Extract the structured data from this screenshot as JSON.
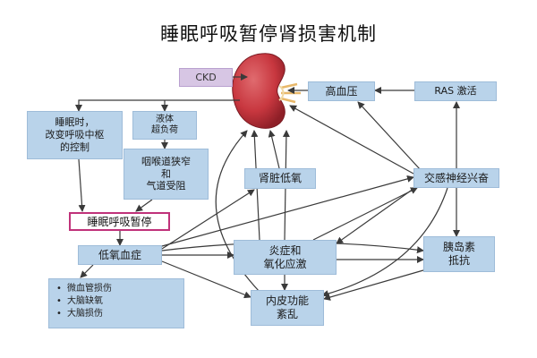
{
  "title": "睡眠呼吸暂停肾损害机制",
  "nodes": {
    "ckd": "CKD",
    "hypertension": "高血压",
    "ras": "RAS 激活",
    "sleep_control": "睡眠时，\n改变呼吸中枢\n的控制",
    "fluid_overload": "液体\n超负荷",
    "airway": "咽喉道狭窄\n和\n气道受阻",
    "renal_hypoxia": "肾脏低氧",
    "sympathetic": "交感神经兴奋",
    "sleep_apnea": "睡眠呼吸暂停",
    "hypoxemia": "低氧血症",
    "inflammation": "炎症和\n氧化应激",
    "insulin": "胰岛素\n抵抗",
    "endocrine": "内皮功能\n紊乱"
  },
  "effects": [
    "微血管损伤",
    "大脑缺氧",
    "大脑损伤"
  ],
  "colors": {
    "box": "#b9d3ea",
    "box_border": "#9ebcd9",
    "ckd": "#d7c6e4",
    "highlight_border": "#c0327a",
    "arrow": "#3a3a3a",
    "kidney": "#c8373f"
  }
}
